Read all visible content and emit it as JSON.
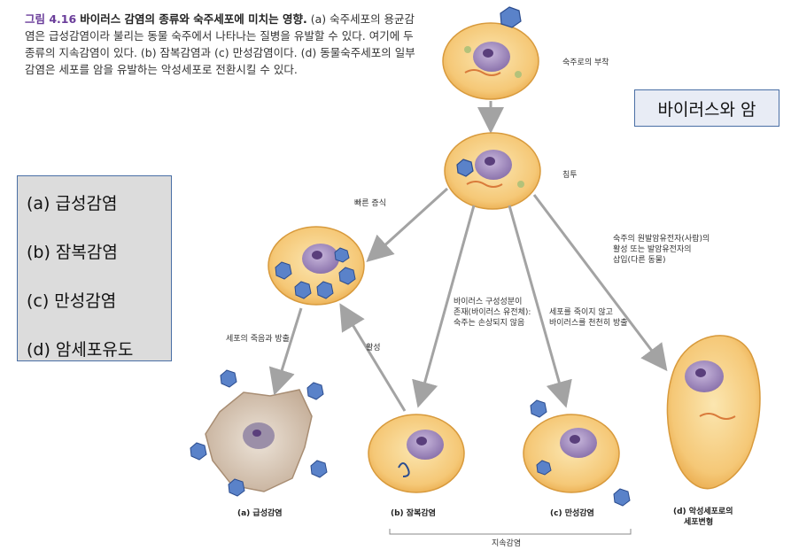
{
  "caption": {
    "figure_label": "그림 4.16",
    "figure_title": "바이러스 감염의 종류와 숙주세포에 미치는 영향.",
    "body": "(a) 숙주세포의 용균감염은 급성감염이라 불리는 동물 숙주에서 나타나는 질병을 유발할 수 있다. 여기에 두 종류의 지속감염이 있다. (b) 잠복감염과 (c) 만성감염이다. (d) 동물숙주세포의 일부 감염은 세포를 암을 유발하는 악성세포로 전환시킬 수 있다."
  },
  "title_box": "바이러스와 암",
  "legend": [
    "(a) 급성감염",
    "(b) 잠복감염",
    "(c) 만성감염",
    "(d) 암세포유도"
  ],
  "diagram": {
    "attachment": "숙주로의 부착",
    "penetration": "침투",
    "rapid_replication": "빠른 증식",
    "death_release": "세포의 죽음과 방출",
    "activation": "활성",
    "latent_note": [
      "바이러스 구성성분이",
      "존재(바이러스 유전체):",
      "숙주는 손상되지 않음"
    ],
    "chronic_note": [
      "세포를 죽이지 않고",
      "바이러스를 천천히 방출"
    ],
    "oncogene_note": [
      "숙주의 원발암유전자(사람)의",
      "활성 또는 발암유전자의",
      "삽입(다른 동물)"
    ],
    "label_a": "(a) 급성감염",
    "label_b": "(b) 잠복감염",
    "label_c": "(c) 만성감염",
    "label_d": [
      "(d) 악성세포로의",
      "세포변형"
    ],
    "persistent": "지속감염"
  }
}
